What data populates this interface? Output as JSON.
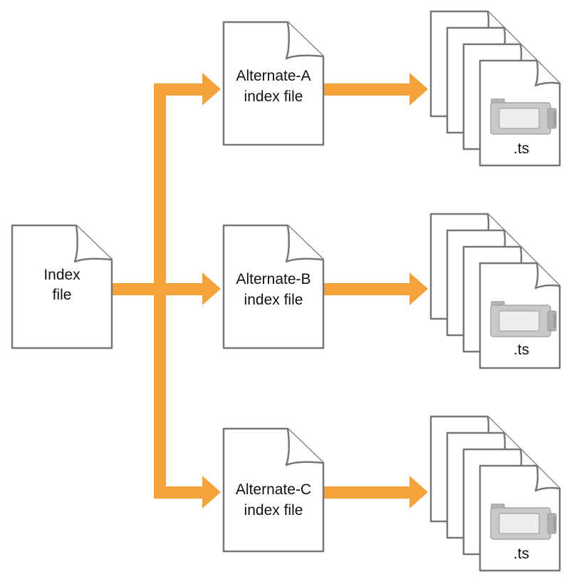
{
  "colors": {
    "arrow": "#f4a23c",
    "doc_stroke": "#777777",
    "camera_body": "#c9c9c9"
  },
  "master": {
    "line1": "Index",
    "line2": "file"
  },
  "alternates": [
    {
      "line1": "Alternate-A",
      "line2": "index file",
      "segment_label": ".ts"
    },
    {
      "line1": "Alternate-B",
      "line2": "index file",
      "segment_label": ".ts"
    },
    {
      "line1": "Alternate-C",
      "line2": "index file",
      "segment_label": ".ts"
    }
  ]
}
